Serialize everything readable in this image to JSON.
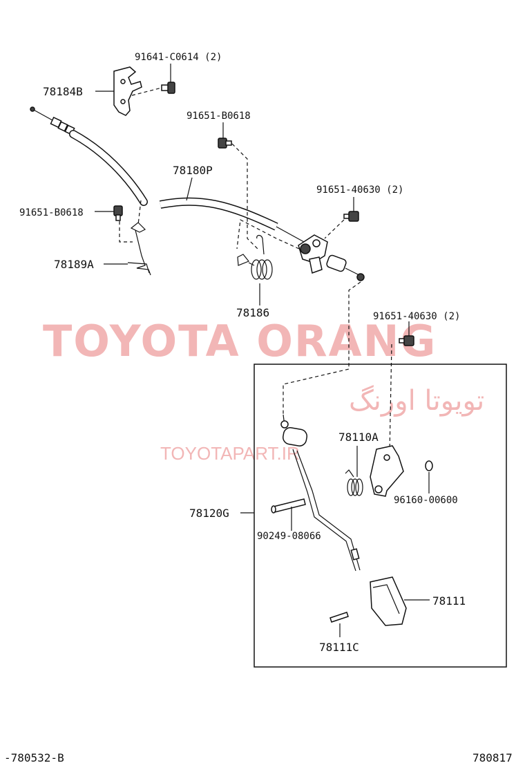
{
  "watermark": {
    "brand": "TOYOTA ORANG",
    "persian": "تویوتا اورنگ",
    "site": "TOYOTAPART.IR"
  },
  "parts": {
    "bracket": "78184B",
    "bracket_bolt": "91641-C0614 (2)",
    "bolt_upper": "91651-B0618",
    "cable": "78180P",
    "bolt_cable_end": "91651-40630 (2)",
    "bolt_left": "91651-B0618",
    "clamp": "78189A",
    "spring_upper": "78186",
    "bolt_pedal": "91651-40630 (2)",
    "pedal_bracket": "78110A",
    "pedal_lever": "78120G",
    "pin": "90249-08066",
    "washer": "96160-00600",
    "pedal_pad": "78111",
    "pad_pin": "78111C"
  },
  "footer": {
    "left_code": "-780532-B",
    "right_code": "780817"
  }
}
